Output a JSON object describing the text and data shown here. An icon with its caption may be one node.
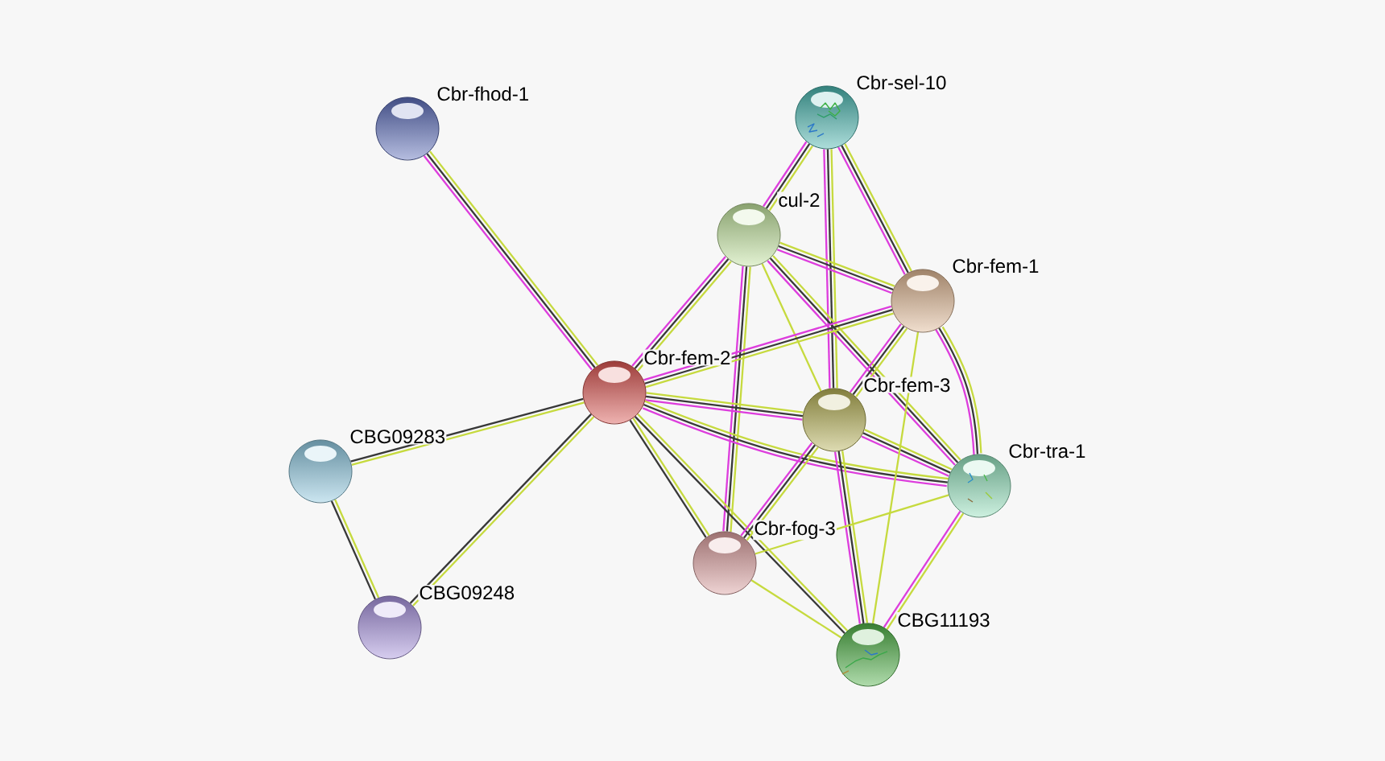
{
  "diagram": {
    "nodes": [
      {
        "text": [
          "Cbr-fhod-1"
        ]
      },
      {
        "text": [
          "Cbr-sel-10"
        ]
      },
      {
        "text": [
          "cul-2"
        ]
      },
      {
        "text": [
          "Cbr-fem-1"
        ]
      },
      {
        "text": [
          "Cbr-fem-2"
        ]
      },
      {
        "text": [
          "Cbr-fem-3"
        ]
      },
      {
        "text": [
          "CBG09283"
        ]
      },
      {
        "text": [
          "Cbr-tra-1"
        ]
      },
      {
        "text": [
          "Cbr-fog-3"
        ]
      },
      {
        "text": [
          "CBG09248"
        ]
      },
      {
        "text": [
          "CBG11193"
        ]
      }
    ],
    "edges": [
      {
        "from": 4,
        "to": 0,
        "arrow": "none",
        "color": "#dd3ddd"
      },
      {
        "from": 4,
        "to": 0,
        "arrow": "none",
        "color": "#383838"
      },
      {
        "from": 4,
        "to": 0,
        "arrow": "none"
      },
      {
        "from": 4,
        "to": 6,
        "arrow": "none",
        "color": "#383838"
      },
      {
        "from": 4,
        "to": 6,
        "arrow": "none"
      },
      {
        "from": 4,
        "to": 9,
        "arrow": "none",
        "color": "#383838"
      },
      {
        "from": 4,
        "to": 9,
        "arrow": "none"
      },
      {
        "from": 6,
        "to": 9,
        "arrow": "none",
        "color": "#383838"
      },
      {
        "from": 6,
        "to": 9,
        "arrow": "none"
      },
      {
        "from": 1,
        "to": 2,
        "arrow": "none",
        "color": "#dd3ddd"
      },
      {
        "from": 1,
        "to": 2,
        "arrow": "none",
        "color": "#383838"
      },
      {
        "from": 1,
        "to": 2,
        "arrow": "none"
      },
      {
        "from": 4,
        "to": 2,
        "arrow": "none",
        "color": "#dd3ddd"
      },
      {
        "from": 4,
        "to": 2,
        "arrow": "none",
        "color": "#383838"
      },
      {
        "from": 4,
        "to": 2,
        "arrow": "none"
      },
      {
        "from": 1,
        "to": 3,
        "arrow": "none",
        "color": "#dd3ddd"
      },
      {
        "from": 1,
        "to": 3,
        "arrow": "none",
        "color": "#383838"
      },
      {
        "from": 1,
        "to": 3,
        "arrow": "none"
      },
      {
        "from": 1,
        "to": 5,
        "arrow": "none",
        "color": "#dd3ddd"
      },
      {
        "from": 1,
        "to": 5,
        "arrow": "none",
        "color": "#383838"
      },
      {
        "from": 1,
        "to": 5,
        "arrow": "none"
      },
      {
        "from": 2,
        "to": 3,
        "arrow": "none",
        "color": "#dd3ddd"
      },
      {
        "from": 2,
        "to": 3,
        "arrow": "none",
        "color": "#383838"
      },
      {
        "from": 2,
        "to": 3,
        "arrow": "none"
      },
      {
        "from": 2,
        "to": 5,
        "arrow": "none"
      },
      {
        "from": 2,
        "to": 8,
        "arrow": "none",
        "color": "#dd3ddd"
      },
      {
        "from": 2,
        "to": 8,
        "arrow": "none",
        "color": "#383838"
      },
      {
        "from": 2,
        "to": 8,
        "arrow": "none"
      },
      {
        "from": 2,
        "to": 7,
        "arrow": "none",
        "color": "#dd3ddd"
      },
      {
        "from": 2,
        "to": 7,
        "arrow": "none",
        "color": "#383838"
      },
      {
        "from": 2,
        "to": 7,
        "arrow": "none"
      },
      {
        "from": 4,
        "to": 3,
        "arrow": "none",
        "color": "#dd3ddd"
      },
      {
        "from": 4,
        "to": 3,
        "arrow": "none",
        "color": "#383838"
      },
      {
        "from": 4,
        "to": 3,
        "arrow": "none"
      },
      {
        "from": 4,
        "to": 5,
        "arrow": "none",
        "color": "#dd3ddd"
      },
      {
        "from": 4,
        "to": 5,
        "arrow": "none",
        "color": "#383838"
      },
      {
        "from": 4,
        "to": 5,
        "arrow": "none"
      },
      {
        "from": 4,
        "to": 7,
        "arrow": "none",
        "color": "#dd3ddd"
      },
      {
        "from": 4,
        "to": 7,
        "arrow": "none",
        "color": "#383838"
      },
      {
        "from": 4,
        "to": 7,
        "arrow": "none"
      },
      {
        "from": 4,
        "to": 8,
        "arrow": "none",
        "color": "#383838"
      },
      {
        "from": 4,
        "to": 8,
        "arrow": "none"
      },
      {
        "from": 4,
        "to": 10,
        "arrow": "none",
        "color": "#383838"
      },
      {
        "from": 4,
        "to": 10,
        "arrow": "none"
      },
      {
        "from": 5,
        "to": 3,
        "arrow": "none",
        "color": "#dd3ddd"
      },
      {
        "from": 5,
        "to": 3,
        "arrow": "none",
        "color": "#383838"
      },
      {
        "from": 5,
        "to": 3,
        "arrow": "none"
      },
      {
        "from": 5,
        "to": 7,
        "arrow": "none",
        "color": "#dd3ddd"
      },
      {
        "from": 5,
        "to": 7,
        "arrow": "none",
        "color": "#383838"
      },
      {
        "from": 5,
        "to": 7,
        "arrow": "none"
      },
      {
        "from": 5,
        "to": 8,
        "arrow": "none",
        "color": "#dd3ddd"
      },
      {
        "from": 5,
        "to": 8,
        "arrow": "none",
        "color": "#383838"
      },
      {
        "from": 5,
        "to": 8,
        "arrow": "none"
      },
      {
        "from": 5,
        "to": 10,
        "arrow": "none",
        "color": "#dd3ddd"
      },
      {
        "from": 5,
        "to": 10,
        "arrow": "none",
        "color": "#383838"
      },
      {
        "from": 5,
        "to": 10,
        "arrow": "none"
      },
      {
        "from": 3,
        "to": 7,
        "arrow": "none",
        "color": "#dd3ddd"
      },
      {
        "from": 3,
        "to": 7,
        "arrow": "none",
        "color": "#383838"
      },
      {
        "from": 3,
        "to": 7,
        "arrow": "none"
      },
      {
        "from": 3,
        "to": 10,
        "arrow": "none"
      },
      {
        "from": 7,
        "to": 8,
        "arrow": "none"
      },
      {
        "from": 7,
        "to": 10,
        "arrow": "none",
        "color": "#dd3ddd"
      },
      {
        "from": 7,
        "to": 10,
        "arrow": "none"
      },
      {
        "from": 8,
        "to": 10,
        "arrow": "none"
      }
    ]
  }
}
